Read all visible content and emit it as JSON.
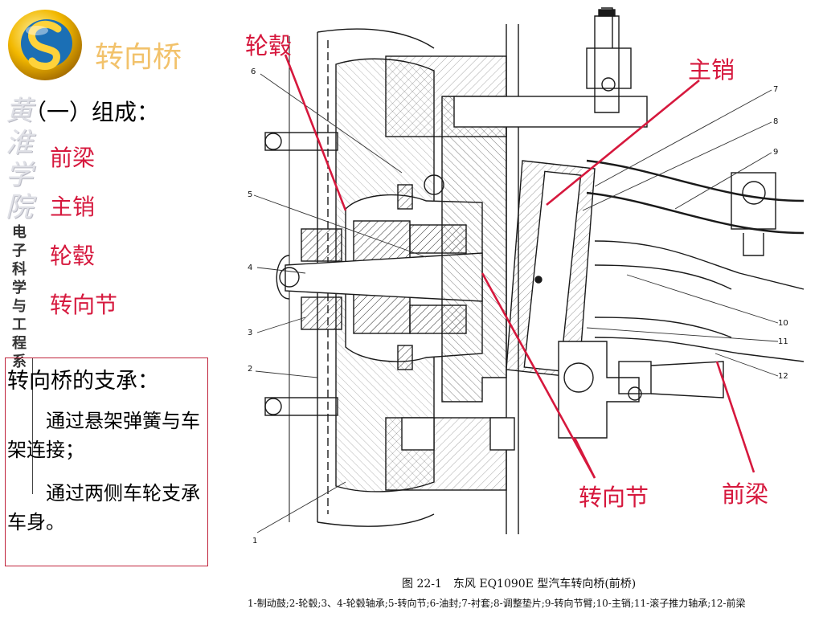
{
  "header": {
    "title": "转向桥"
  },
  "brand": {
    "vertical_big": [
      "黄",
      "淮",
      "学",
      "院"
    ],
    "vertical_small": [
      "电",
      "子",
      "科",
      "学",
      "与",
      "工",
      "程",
      "系"
    ]
  },
  "section": {
    "heading": "（一）组成："
  },
  "components": [
    "前梁",
    "主销",
    "轮毂",
    "转向节"
  ],
  "support": {
    "title": "转向桥的支承：",
    "line1": "通过悬架弹簧与车架连接；",
    "line2": "通过两侧车轮支承车身。"
  },
  "callouts": {
    "hub": "轮毂",
    "kingpin": "主销",
    "knuckle": "转向节",
    "beam": "前梁"
  },
  "part_numbers": [
    "1",
    "2",
    "3",
    "4",
    "5",
    "6",
    "7",
    "8",
    "9",
    "10",
    "11",
    "12"
  ],
  "caption": "图 22-1　东风 EQ1090E 型汽车转向桥(前桥)",
  "legend": "1-制动鼓;2-轮毂;3、4-轮毂轴承;5-转向节;6-油封;7-衬套;8-调整垫片;9-转向节臂;10-主销;11-滚子推力轴承;12-前梁",
  "colors": {
    "accent_red": "#d6183d",
    "title_gold": "#f2c26b"
  }
}
